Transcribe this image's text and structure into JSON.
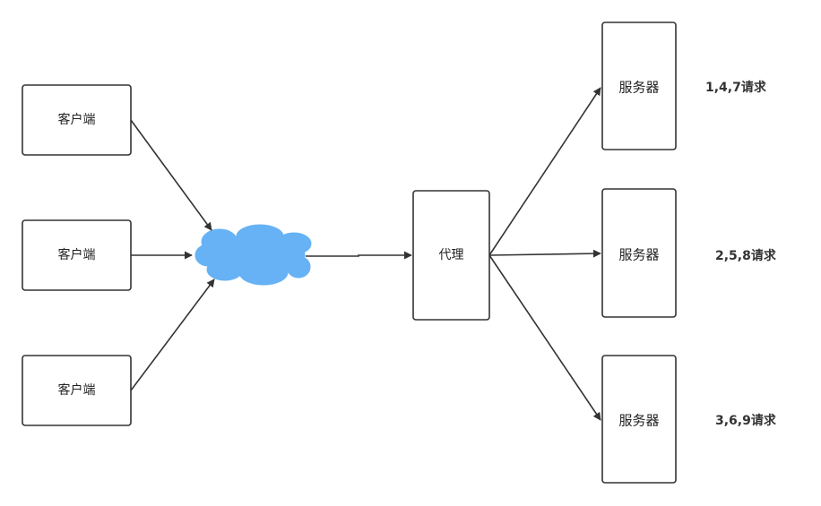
{
  "colors": {
    "cloud": "#66b2f5",
    "stroke": "#333333",
    "box_fill": "#ffffff"
  },
  "icons": {
    "network": "cloud-icon"
  },
  "clients": [
    {
      "label": "客户端"
    },
    {
      "label": "客户端"
    },
    {
      "label": "客户端"
    }
  ],
  "proxy": {
    "label": "代理"
  },
  "servers": [
    {
      "label": "服务器",
      "note": "1,4,7请求"
    },
    {
      "label": "服务器",
      "note": "2,5,8请求"
    },
    {
      "label": "服务器",
      "note": "3,6,9请求"
    }
  ]
}
